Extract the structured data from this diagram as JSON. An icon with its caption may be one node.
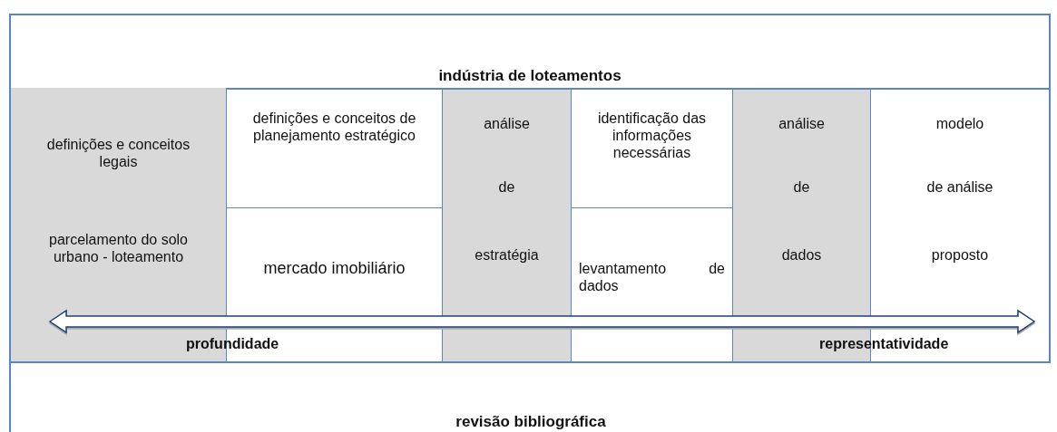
{
  "diagram": {
    "nodes": [
      {
        "text": [
          "indústria de loteamentos"
        ]
      },
      {
        "text": [
          "definições e conceitos legais",
          "parcelamento do solo urbano - loteamento"
        ]
      },
      {
        "text": [
          "definições e conceitos de planejamento estratégico"
        ]
      },
      {
        "text": [
          "mercado imobiliário"
        ]
      },
      {
        "text": [
          "análise",
          "de",
          "estratégia"
        ]
      },
      {
        "text": [
          "identificação das informações necessárias"
        ]
      },
      {
        "text": [
          "levantamento de dados"
        ]
      },
      {
        "text": [
          "análise",
          "de",
          "dados"
        ]
      },
      {
        "text": [
          "modelo",
          "de análise",
          "proposto"
        ]
      },
      {
        "text": [
          "revisão bibliográfica"
        ]
      }
    ],
    "labels": [
      "profundidade",
      "representatividade"
    ]
  }
}
